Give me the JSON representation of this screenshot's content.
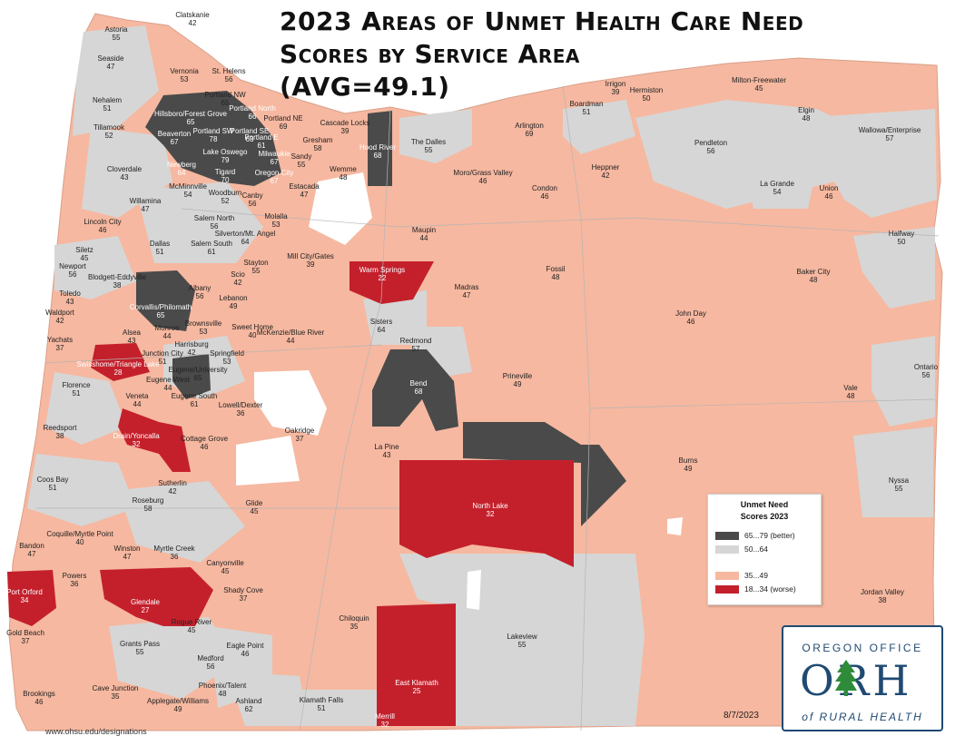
{
  "title": {
    "line1": "2023 Areas of Unmet Health Care Need",
    "line2": "Scores by Service Area",
    "line3": "(AVG=49.1)"
  },
  "colors": {
    "better": "#4a4a4a",
    "mid_high": "#d6d6d6",
    "mid_low": "#f6b8a0",
    "worse": "#c4202c"
  },
  "legend": {
    "title_line1": "Unmet Need",
    "title_line2": "Scores 2023",
    "items": [
      {
        "label": "65...79 (better)",
        "color": "#4a4a4a"
      },
      {
        "label": "50...64",
        "color": "#d6d6d6"
      },
      {
        "label": "35...49",
        "color": "#f6b8a0"
      },
      {
        "label": "18...34 (worse)",
        "color": "#c4202c"
      }
    ]
  },
  "areas": [
    {
      "name": "Astoria",
      "score": "55"
    },
    {
      "name": "Clatskanie",
      "score": "42"
    },
    {
      "name": "Seaside",
      "score": "47"
    },
    {
      "name": "Vernonia",
      "score": "53"
    },
    {
      "name": "St. Helens",
      "score": "56"
    },
    {
      "name": "Portland NW",
      "score": "65"
    },
    {
      "name": "Nehalem",
      "score": "51"
    },
    {
      "name": "Hillsboro/Forest Grove",
      "score": "65"
    },
    {
      "name": "Portland North",
      "score": "66"
    },
    {
      "name": "Portland NE",
      "score": "69"
    },
    {
      "name": "Tillamook",
      "score": "52"
    },
    {
      "name": "Beaverton",
      "score": "67"
    },
    {
      "name": "Portland SW",
      "score": "78"
    },
    {
      "name": "Portland SE",
      "score": "63"
    },
    {
      "name": "Portland E",
      "score": "61"
    },
    {
      "name": "Gresham",
      "score": "58"
    },
    {
      "name": "Cascade Locks",
      "score": "39"
    },
    {
      "name": "Hood River",
      "score": "68"
    },
    {
      "name": "Lake Oswego",
      "score": "79"
    },
    {
      "name": "Milwaukie",
      "score": "67"
    },
    {
      "name": "Sandy",
      "score": "55"
    },
    {
      "name": "Newberg",
      "score": "64"
    },
    {
      "name": "Tigard",
      "score": "70"
    },
    {
      "name": "Oregon City",
      "score": "67"
    },
    {
      "name": "Wemme",
      "score": "48"
    },
    {
      "name": "The Dalles",
      "score": "55"
    },
    {
      "name": "Cloverdale",
      "score": "43"
    },
    {
      "name": "McMinnville",
      "score": "54"
    },
    {
      "name": "Estacada",
      "score": "47"
    },
    {
      "name": "Woodburn",
      "score": "52"
    },
    {
      "name": "Canby",
      "score": "56"
    },
    {
      "name": "Willamina",
      "score": "47"
    },
    {
      "name": "Salem North",
      "score": "56"
    },
    {
      "name": "Molalla",
      "score": "53"
    },
    {
      "name": "Silverton/Mt. Angel",
      "score": "64"
    },
    {
      "name": "Lincoln City",
      "score": "46"
    },
    {
      "name": "Salem South",
      "score": "61"
    },
    {
      "name": "Dallas",
      "score": "51"
    },
    {
      "name": "Siletz",
      "score": "45"
    },
    {
      "name": "Mill City/Gates",
      "score": "39"
    },
    {
      "name": "Stayton",
      "score": "55"
    },
    {
      "name": "Newport",
      "score": "56"
    },
    {
      "name": "Blodgett-Eddyville",
      "score": "38"
    },
    {
      "name": "Scio",
      "score": "42"
    },
    {
      "name": "Toledo",
      "score": "43"
    },
    {
      "name": "Albany",
      "score": "56"
    },
    {
      "name": "Lebanon",
      "score": "49"
    },
    {
      "name": "Corvallis/Philomath",
      "score": "65"
    },
    {
      "name": "Waldport",
      "score": "42"
    },
    {
      "name": "Sweet Home",
      "score": "40"
    },
    {
      "name": "Brownsville",
      "score": "53"
    },
    {
      "name": "Monroe",
      "score": "44"
    },
    {
      "name": "Alsea",
      "score": "43"
    },
    {
      "name": "McKenzie/Blue River",
      "score": "44"
    },
    {
      "name": "Yachats",
      "score": "37"
    },
    {
      "name": "Harrisburg",
      "score": "42"
    },
    {
      "name": "Junction City",
      "score": "51"
    },
    {
      "name": "Springfield",
      "score": "53"
    },
    {
      "name": "Swisshome/Triangle Lake",
      "score": "28"
    },
    {
      "name": "Eugene/University",
      "score": "65"
    },
    {
      "name": "Eugene West",
      "score": "44"
    },
    {
      "name": "Florence",
      "score": "51"
    },
    {
      "name": "Veneta",
      "score": "44"
    },
    {
      "name": "Eugene South",
      "score": "61"
    },
    {
      "name": "Lowell/Dexter",
      "score": "36"
    },
    {
      "name": "Reedsport",
      "score": "38"
    },
    {
      "name": "Drain/Yoncalla",
      "score": "32"
    },
    {
      "name": "Cottage Grove",
      "score": "46"
    },
    {
      "name": "Oakridge",
      "score": "37"
    },
    {
      "name": "Coos Bay",
      "score": "51"
    },
    {
      "name": "Sutherlin",
      "score": "42"
    },
    {
      "name": "Roseburg",
      "score": "58"
    },
    {
      "name": "Glide",
      "score": "45"
    },
    {
      "name": "Coquille/Myrtle Point",
      "score": "40"
    },
    {
      "name": "Bandon",
      "score": "47"
    },
    {
      "name": "Winston",
      "score": "47"
    },
    {
      "name": "Myrtle Creek",
      "score": "36"
    },
    {
      "name": "Canyonville",
      "score": "45"
    },
    {
      "name": "Powers",
      "score": "36"
    },
    {
      "name": "Port Orford",
      "score": "34"
    },
    {
      "name": "Glendale",
      "score": "27"
    },
    {
      "name": "Shady Cove",
      "score": "37"
    },
    {
      "name": "Rogue River",
      "score": "45"
    },
    {
      "name": "Gold Beach",
      "score": "37"
    },
    {
      "name": "Grants Pass",
      "score": "55"
    },
    {
      "name": "Eagle Point",
      "score": "46"
    },
    {
      "name": "Medford",
      "score": "56"
    },
    {
      "name": "Brookings",
      "score": "46"
    },
    {
      "name": "Cave Junction",
      "score": "35"
    },
    {
      "name": "Phoenix/Talent",
      "score": "48"
    },
    {
      "name": "Applegate/Williams",
      "score": "49"
    },
    {
      "name": "Ashland",
      "score": "62"
    },
    {
      "name": "Klamath Falls",
      "score": "51"
    },
    {
      "name": "Merrill",
      "score": "32"
    },
    {
      "name": "East Klamath",
      "score": "25"
    },
    {
      "name": "Chiloquin",
      "score": "35"
    },
    {
      "name": "Lakeview",
      "score": "55"
    },
    {
      "name": "North Lake",
      "score": "32"
    },
    {
      "name": "La Pine",
      "score": "43"
    },
    {
      "name": "Bend",
      "score": "68"
    },
    {
      "name": "Redmond",
      "score": "57"
    },
    {
      "name": "Sisters",
      "score": "64"
    },
    {
      "name": "Prineville",
      "score": "49"
    },
    {
      "name": "Madras",
      "score": "47"
    },
    {
      "name": "Warm Springs",
      "score": "22"
    },
    {
      "name": "Maupin",
      "score": "44"
    },
    {
      "name": "Moro/Grass Valley",
      "score": "46"
    },
    {
      "name": "Condon",
      "score": "46"
    },
    {
      "name": "Arlington",
      "score": "69"
    },
    {
      "name": "Heppner",
      "score": "42"
    },
    {
      "name": "Fossil",
      "score": "48"
    },
    {
      "name": "Boardman",
      "score": "51"
    },
    {
      "name": "Irrigon",
      "score": "39"
    },
    {
      "name": "Hermiston",
      "score": "50"
    },
    {
      "name": "Milton-Freewater",
      "score": "45"
    },
    {
      "name": "Pendleton",
      "score": "56"
    },
    {
      "name": "Elgin",
      "score": "48"
    },
    {
      "name": "Wallowa/Enterprise",
      "score": "57"
    },
    {
      "name": "La Grande",
      "score": "54"
    },
    {
      "name": "Union",
      "score": "46"
    },
    {
      "name": "Halfway",
      "score": "50"
    },
    {
      "name": "Baker City",
      "score": "48"
    },
    {
      "name": "John Day",
      "score": "46"
    },
    {
      "name": "Ontario",
      "score": "56"
    },
    {
      "name": "Vale",
      "score": "48"
    },
    {
      "name": "Burns",
      "score": "49"
    },
    {
      "name": "Nyssa",
      "score": "55"
    },
    {
      "name": "Jordan Valley",
      "score": "38"
    }
  ],
  "logo": {
    "top": "OREGON OFFICE",
    "mark": "ORH",
    "bottom": "of RURAL HEALTH"
  },
  "date": "8/7/2023",
  "url": "www.ohsu.edu/designations"
}
